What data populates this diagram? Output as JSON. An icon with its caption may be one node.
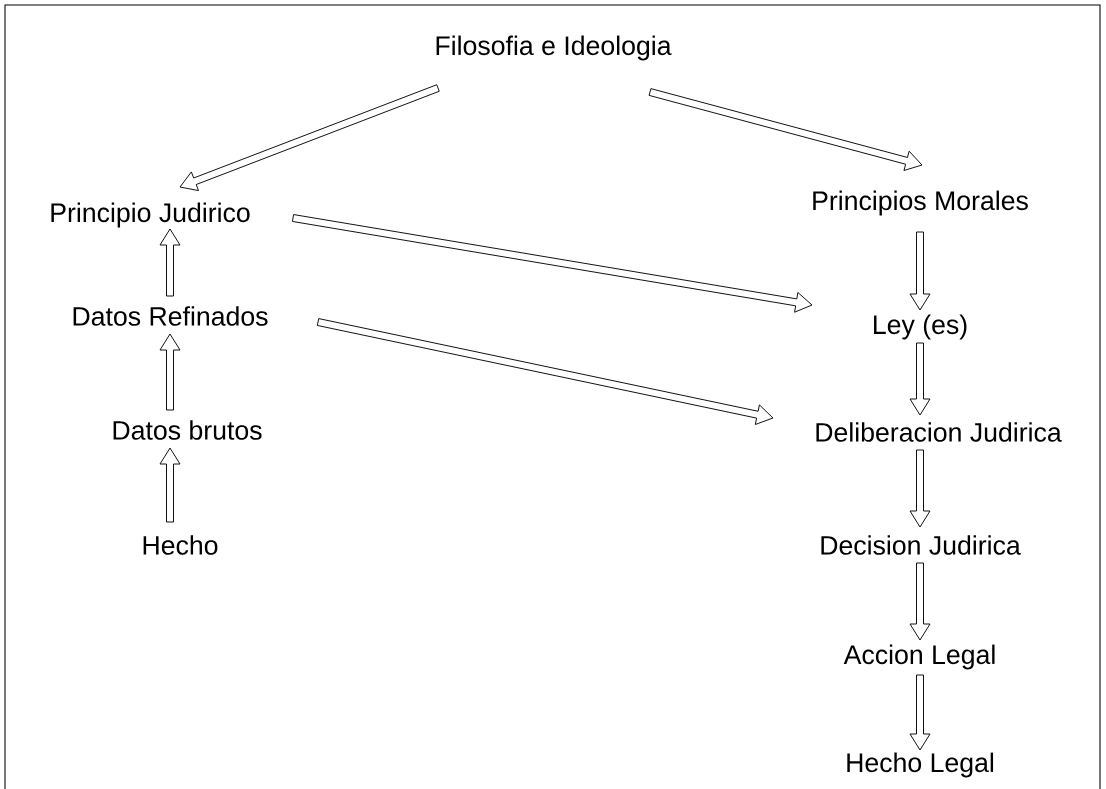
{
  "diagram": {
    "nodes": [
      {
        "text": [
          "Filosofia e Ideologia"
        ]
      },
      {
        "text": [
          "Principio Judirico"
        ]
      },
      {
        "text": [
          "Principios Morales"
        ]
      },
      {
        "text": [
          "Datos Refinados"
        ]
      },
      {
        "text": [
          "Ley (es)"
        ]
      },
      {
        "text": [
          "Datos brutos"
        ]
      },
      {
        "text": [
          "Deliberacion Judirica"
        ]
      },
      {
        "text": [
          "Hecho"
        ]
      },
      {
        "text": [
          "Decision Judirica"
        ]
      },
      {
        "text": [
          "Accion Legal"
        ]
      },
      {
        "text": [
          "Hecho Legal"
        ]
      }
    ],
    "edges": [
      {
        "from": 0,
        "to": 1,
        "arrow": "to"
      },
      {
        "from": 0,
        "to": 2,
        "arrow": "to"
      },
      {
        "from": 1,
        "to": 4,
        "arrow": "to"
      },
      {
        "from": 3,
        "to": 6,
        "arrow": "to"
      },
      {
        "from": 3,
        "to": 1,
        "arrow": "to"
      },
      {
        "from": 5,
        "to": 3,
        "arrow": "to"
      },
      {
        "from": 7,
        "to": 5,
        "arrow": "to"
      },
      {
        "from": 2,
        "to": 4,
        "arrow": "to"
      },
      {
        "from": 4,
        "to": 6,
        "arrow": "to"
      },
      {
        "from": 6,
        "to": 8,
        "arrow": "to"
      },
      {
        "from": 8,
        "to": 9,
        "arrow": "to"
      },
      {
        "from": 9,
        "to": 10,
        "arrow": "to"
      }
    ]
  }
}
